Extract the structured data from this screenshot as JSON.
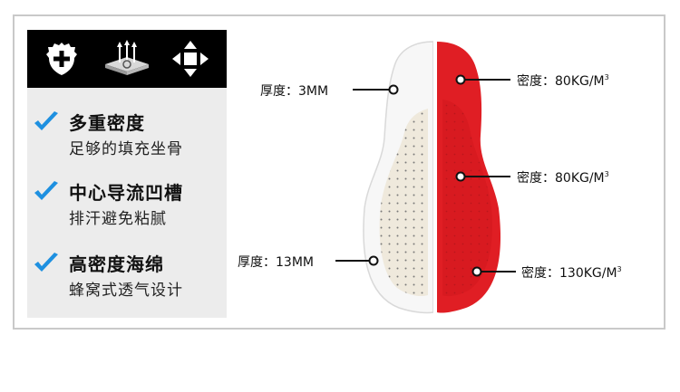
{
  "icons": [
    "shield-cross-icon",
    "cooling-vents-icon",
    "expand-arrows-icon"
  ],
  "features": [
    {
      "title": "多重密度",
      "subtitle": "足够的填充坐骨"
    },
    {
      "title": "中心导流凹槽",
      "subtitle": "排汗避免粘腻"
    },
    {
      "title": "高密度海绵",
      "subtitle": "蜂窝式透气设计"
    }
  ],
  "labels": {
    "left_top": "厚度：3MM",
    "left_bottom": "厚度：13MM",
    "right_top_main": "密度：80KG/M",
    "right_mid_main": "密度：80KG/M",
    "right_bottom_main": "密度：130KG/M",
    "superscript": "3"
  },
  "colors": {
    "panel_bg": "#ececec",
    "icon_bar_bg": "#000000",
    "check_blue": "#1e90e0",
    "pad_red": "#e01e24",
    "pad_white": "#f7f7f7",
    "foam_beige": "#efe9dc"
  }
}
